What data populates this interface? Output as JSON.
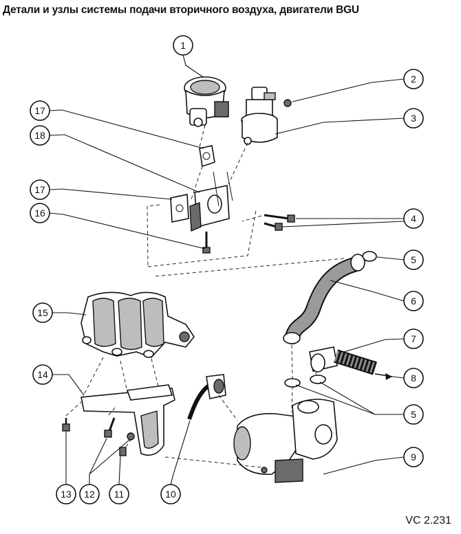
{
  "title": "Детали и узлы системы подачи вторичного воздуха, двигатели BGU",
  "figure_code": "VC 2.231",
  "callouts": [
    {
      "label": "1"
    },
    {
      "label": "2"
    },
    {
      "label": "3"
    },
    {
      "label": "17"
    },
    {
      "label": "18"
    },
    {
      "label": "17"
    },
    {
      "label": "16"
    },
    {
      "label": "4"
    },
    {
      "label": "5"
    },
    {
      "label": "6"
    },
    {
      "label": "15"
    },
    {
      "label": "7"
    },
    {
      "label": "8"
    },
    {
      "label": "14"
    },
    {
      "label": "5"
    },
    {
      "label": "9"
    },
    {
      "label": "13"
    },
    {
      "label": "12"
    },
    {
      "label": "11"
    },
    {
      "label": "10"
    }
  ]
}
